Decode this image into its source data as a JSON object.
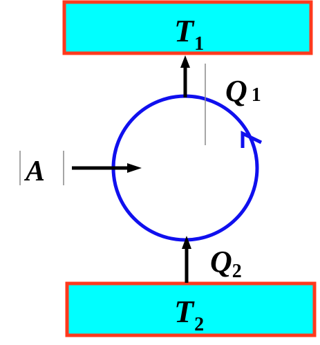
{
  "reservoirs": {
    "hot": {
      "symbol": "T",
      "subscript": "1"
    },
    "cold": {
      "symbol": "T",
      "subscript": "2"
    }
  },
  "heat": {
    "q1": {
      "symbol": "Q",
      "subscript": "1"
    },
    "q2": {
      "symbol": "Q",
      "subscript": "2"
    }
  },
  "work": {
    "symbol": "A"
  },
  "colors": {
    "reservoir_fill": "#00ffff",
    "reservoir_border": "#ff3a1e",
    "cycle": "#1010ee",
    "arrow": "#000000",
    "text": "#000000"
  }
}
